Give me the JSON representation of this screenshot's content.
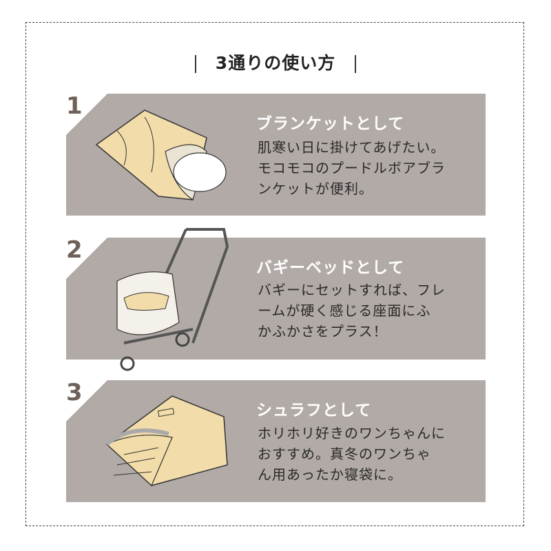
{
  "heading": "3通りの使い方",
  "colors": {
    "panel": "#b1aaa6",
    "number": "#6e6159",
    "title": "#ffffff",
    "text": "#2a2a2a",
    "blanket": "#f1dcaa"
  },
  "items": [
    {
      "number": "1",
      "title": "ブランケットとして",
      "lines": [
        "肌寒い日に掛けてあげたい。",
        "モコモコのプードルボアブラ",
        "ンケットが便利。"
      ],
      "illustration": "blanket-with-dog"
    },
    {
      "number": "2",
      "title": "バギーベッドとして",
      "lines": [
        "バギーにセットすれば、フレ",
        "ームが硬く感じる座面にふ",
        "かふかさをプラス！"
      ],
      "illustration": "stroller-with-bed"
    },
    {
      "number": "3",
      "title": "シュラフとして",
      "lines": [
        "ホリホリ好きのワンちゃんに",
        "おすすめ。真冬のワンちゃ",
        "ん用あったか寝袋に。"
      ],
      "illustration": "sleeping-bag"
    }
  ]
}
